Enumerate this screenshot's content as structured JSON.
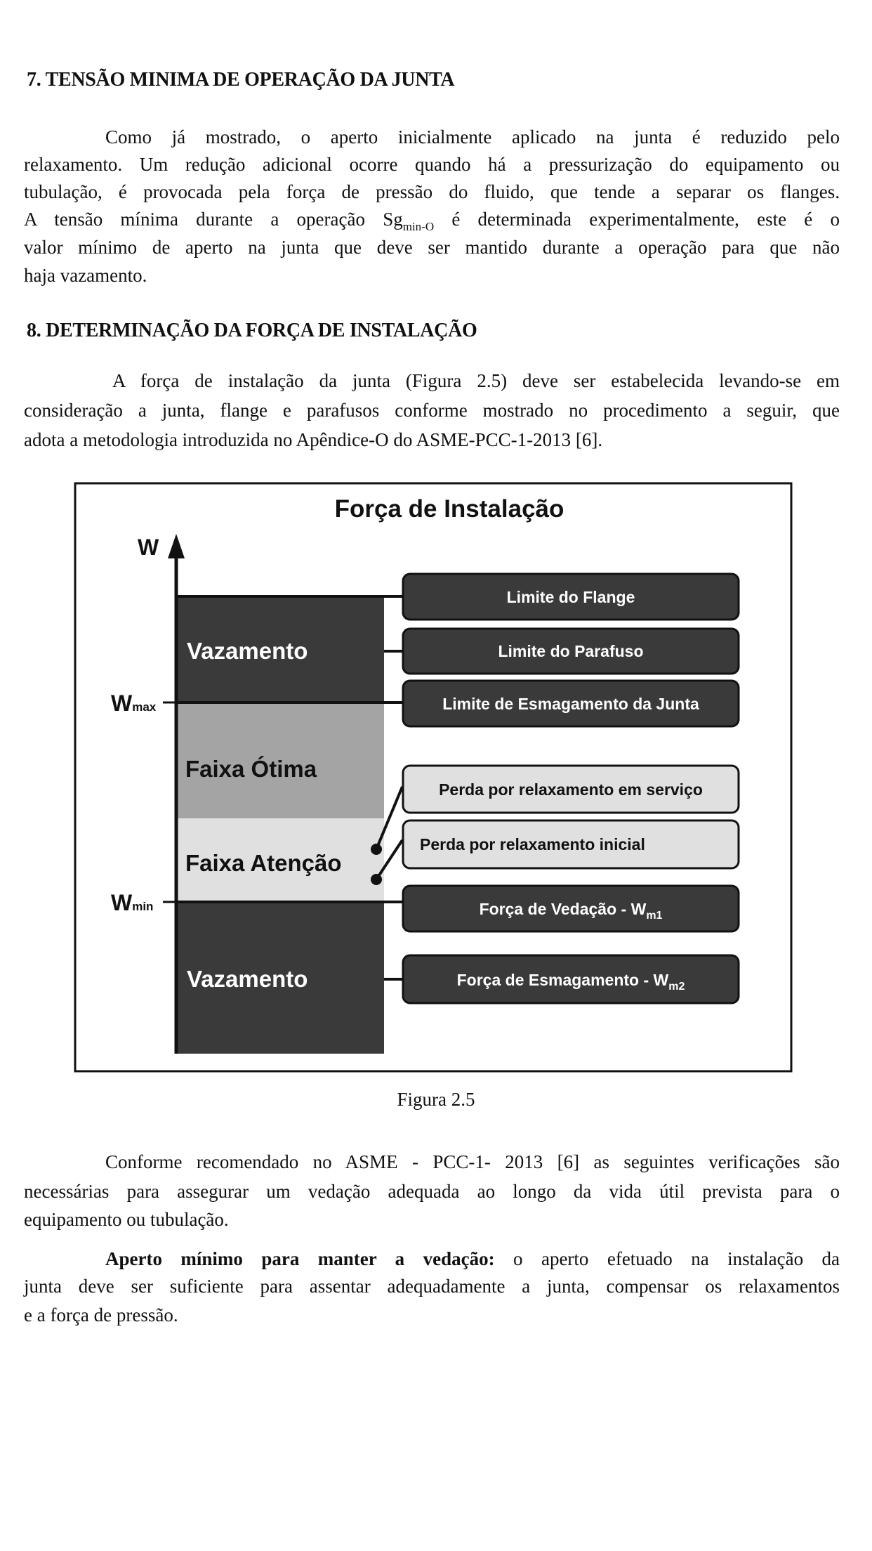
{
  "section7": {
    "heading": "7. TENSÃO MINIMA DE OPERAÇÃO DA JUNTA",
    "lines": [
      "Como já mostrado, o aperto inicialmente aplicado na junta é reduzido pelo",
      "relaxamento. Um redução adicional ocorre quando há a pressurização do equipamento ou",
      "tubulação, é provocada pela força de pressão do fluido, que tende a separar os flanges.",
      "A tensão mínima durante a operação Sg",
      "min-O",
      " é determinada experimentalmente, este é o",
      "valor mínimo de aperto na junta que deve ser mantido durante a operação para que não",
      "haja vazamento."
    ]
  },
  "section8": {
    "heading": "8. DETERMINAÇÃO DA FORÇA DE INSTALAÇÃO",
    "lines": [
      "A força de instalação da junta (Figura 2.5) deve ser estabelecida levando-se em",
      "consideração a junta, flange e parafusos conforme mostrado no procedimento a seguir, que",
      "adota a metodologia introduzida no Apêndice-O do ASME-PCC-1-2013 [6]."
    ]
  },
  "figure": {
    "title": "Força de Instalação",
    "axis_label": "W",
    "wmax": {
      "base": "W",
      "sub": "max"
    },
    "wmin": {
      "base": "W",
      "sub": "min"
    },
    "zones": [
      "Vazamento",
      "Faixa Ótima",
      "Faixa Atenção",
      "Vazamento"
    ],
    "boxes": [
      "Limite do Flange",
      "Limite do Parafuso",
      "Limite de Esmagamento da Junta",
      "Perda por relaxamento em serviço",
      "Perda por relaxamento inicial",
      "Força de Vedação - W",
      "Força de Esmagamento - W"
    ],
    "box_subs": [
      "m1",
      "m2"
    ],
    "colors": {
      "dark": "#3a3a3a",
      "optimal": "#a4a4a4",
      "attention": "#e0e0e0"
    },
    "caption": "Figura 2.5"
  },
  "after": {
    "p1": [
      "Conforme recomendado no ASME - PCC-1- 2013 [6] as seguintes verificações são",
      "necessárias para assegurar um vedação adequada ao longo da vida útil prevista para o",
      "equipamento ou tubulação."
    ],
    "p2_bold": "Aperto mínimo para manter a vedação:",
    "p2": [
      " o aperto efetuado na instalação da",
      "junta deve ser suficiente para assentar adequadamente a junta, compensar os relaxamentos",
      "e a força de pressão."
    ]
  }
}
